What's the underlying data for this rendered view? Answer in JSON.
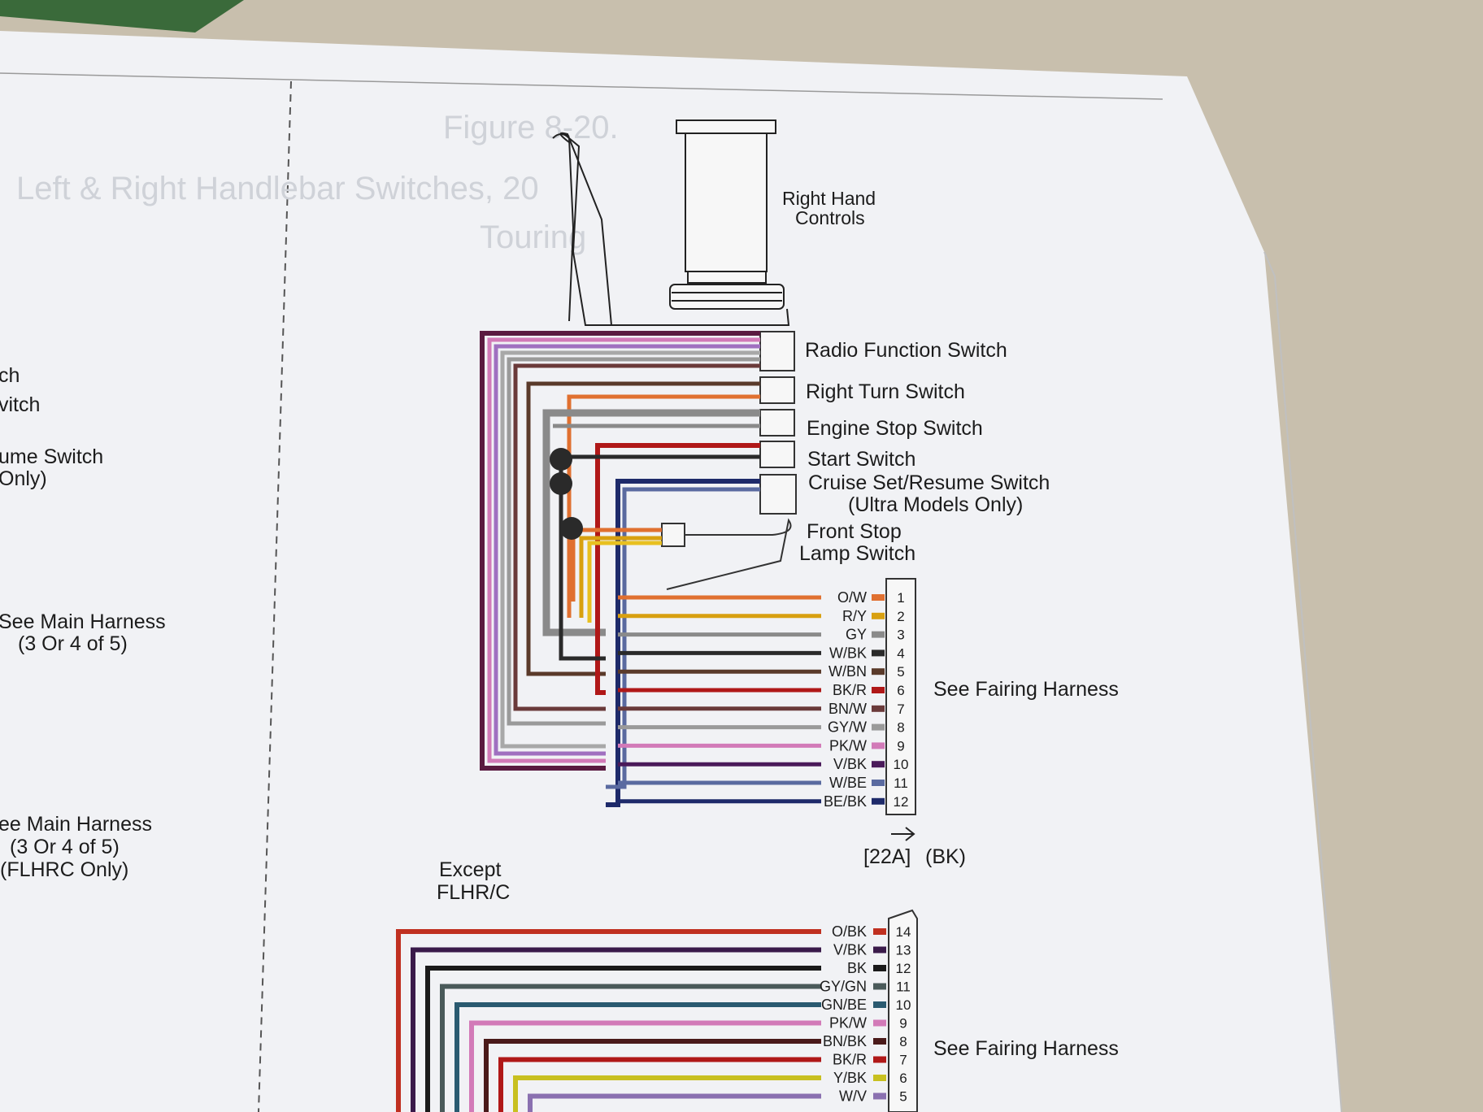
{
  "ghost_title": {
    "line1": "Figure 8-20.",
    "line2": "Left & Right Handlebar Switches, 20",
    "line3": "Touring"
  },
  "left_column": {
    "fragment_1": "ch",
    "fragment_2": "vitch",
    "fragment_3": "ume Switch",
    "fragment_4": "Only)",
    "ref_a_line1": "See Main Harness",
    "ref_a_line2": "(3 Or 4 of 5)",
    "ref_b_line1": "ee Main Harness",
    "ref_b_line2": "(3 Or 4 of 5)",
    "ref_b_line3": "(FLHRC Only)"
  },
  "controls_label": {
    "line1": "Right Hand",
    "line2": "Controls"
  },
  "switches": [
    {
      "label": "Radio Function Switch"
    },
    {
      "label": "Right Turn Switch"
    },
    {
      "label": "Engine Stop Switch"
    },
    {
      "label": "Start Switch"
    },
    {
      "label": "Cruise Set/Resume Switch",
      "note": "(Ultra Models Only)"
    },
    {
      "label": "Front Stop",
      "note": "Lamp Switch"
    }
  ],
  "connector_22a": {
    "label": "See Fairing Harness",
    "part": "[22A]",
    "color_code": "(BK)",
    "pins": [
      {
        "pin": "1",
        "wire": "O/W",
        "color": "#e07030"
      },
      {
        "pin": "2",
        "wire": "R/Y",
        "color": "#d8a010"
      },
      {
        "pin": "3",
        "wire": "GY",
        "color": "#8a8a8a"
      },
      {
        "pin": "4",
        "wire": "W/BK",
        "color": "#2a2a2a"
      },
      {
        "pin": "5",
        "wire": "W/BN",
        "color": "#5a3a2a"
      },
      {
        "pin": "6",
        "wire": "BK/R",
        "color": "#b01818"
      },
      {
        "pin": "7",
        "wire": "BN/W",
        "color": "#6a3a3a"
      },
      {
        "pin": "8",
        "wire": "GY/W",
        "color": "#9a9a9a"
      },
      {
        "pin": "9",
        "wire": "PK/W",
        "color": "#d27ab8"
      },
      {
        "pin": "10",
        "wire": "V/BK",
        "color": "#4a1a5a"
      },
      {
        "pin": "11",
        "wire": "W/BE",
        "color": "#5a6aa0"
      },
      {
        "pin": "12",
        "wire": "BE/BK",
        "color": "#1e2a6a"
      }
    ]
  },
  "lower_section": {
    "note_line1": "Except",
    "note_line2": "FLHR/C",
    "label": "See Fairing Harness",
    "pins": [
      {
        "pin": "14",
        "wire": "O/BK",
        "color": "#c03020"
      },
      {
        "pin": "13",
        "wire": "V/BK",
        "color": "#3a1a4a"
      },
      {
        "pin": "12",
        "wire": "BK",
        "color": "#1a1a1a"
      },
      {
        "pin": "11",
        "wire": "GY/GN",
        "color": "#4a5a5a"
      },
      {
        "pin": "10",
        "wire": "GN/BE",
        "color": "#2a5a70"
      },
      {
        "pin": "9",
        "wire": "PK/W",
        "color": "#d27ab8"
      },
      {
        "pin": "8",
        "wire": "BN/BK",
        "color": "#4a1a1a"
      },
      {
        "pin": "7",
        "wire": "BK/R",
        "color": "#b01818"
      },
      {
        "pin": "6",
        "wire": "Y/BK",
        "color": "#c8c020"
      },
      {
        "pin": "5",
        "wire": "W/V",
        "color": "#8a70b0"
      }
    ]
  }
}
